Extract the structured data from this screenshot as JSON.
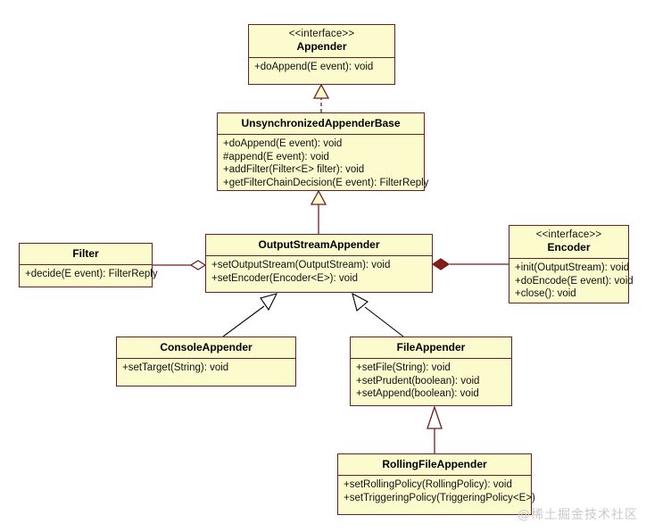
{
  "diagram": {
    "title": "Logback Appender class hierarchy",
    "fill_color": "#fbfbce",
    "border_color": "#6d1f1f",
    "line_color": "#6d1f1f",
    "inherit_line_color": "#000000",
    "background": "#ffffff",
    "watermark": "@稀土掘金技术社区"
  },
  "classes": {
    "appender": {
      "stereotype": "<<interface>>",
      "name": "Appender",
      "operations": [
        "+doAppend(E event): void"
      ]
    },
    "unsynchronized_appender_base": {
      "stereotype": "",
      "name": "UnsynchronizedAppenderBase",
      "operations": [
        "+doAppend(E event): void",
        "#append(E event): void",
        "+addFilter(Filter<E> filter): void",
        "+getFilterChainDecision(E event): FilterReply"
      ]
    },
    "filter": {
      "stereotype": "",
      "name": "Filter",
      "operations": [
        "+decide(E event): FilterReply"
      ]
    },
    "output_stream_appender": {
      "stereotype": "",
      "name": "OutputStreamAppender",
      "operations": [
        "+setOutputStream(OutputStream): void",
        "+setEncoder(Encoder<E>): void"
      ]
    },
    "encoder": {
      "stereotype": "<<interface>>",
      "name": "Encoder",
      "operations": [
        "+init(OutputStream): void",
        "+doEncode(E event): void",
        "+close(): void"
      ]
    },
    "console_appender": {
      "stereotype": "",
      "name": "ConsoleAppender",
      "operations": [
        "+setTarget(String): void"
      ]
    },
    "file_appender": {
      "stereotype": "",
      "name": "FileAppender",
      "operations": [
        "+setFile(String): void",
        "+setPrudent(boolean): void",
        "+setAppend(boolean): void"
      ]
    },
    "rolling_file_appender": {
      "stereotype": "",
      "name": "RollingFileAppender",
      "operations": [
        "+setRollingPolicy(RollingPolicy): void",
        "+setTriggeringPolicy(TriggeringPolicy<E>)"
      ]
    }
  },
  "relations": [
    {
      "id": "realization-unsyncbase-appender",
      "type": "realization",
      "from": "UnsynchronizedAppenderBase",
      "to": "Appender",
      "style": "dashed",
      "head": "hollow-triangle"
    },
    {
      "id": "generalization-outputstream-unsyncbase",
      "type": "generalization",
      "from": "OutputStreamAppender",
      "to": "UnsynchronizedAppenderBase",
      "style": "solid",
      "head": "hollow-triangle"
    },
    {
      "id": "aggregation-outputstream-filter",
      "type": "aggregation",
      "from": "OutputStreamAppender",
      "to": "Filter",
      "style": "solid",
      "head": "hollow-diamond"
    },
    {
      "id": "composition-outputstream-encoder",
      "type": "composition",
      "from": "OutputStreamAppender",
      "to": "Encoder",
      "style": "solid",
      "head": "filled-diamond"
    },
    {
      "id": "generalization-console-outputstream",
      "type": "generalization",
      "from": "ConsoleAppender",
      "to": "OutputStreamAppender",
      "style": "solid",
      "head": "hollow-triangle"
    },
    {
      "id": "generalization-file-outputstream",
      "type": "generalization",
      "from": "FileAppender",
      "to": "OutputStreamAppender",
      "style": "solid",
      "head": "hollow-triangle"
    },
    {
      "id": "generalization-rolling-file",
      "type": "generalization",
      "from": "RollingFileAppender",
      "to": "FileAppender",
      "style": "solid",
      "head": "hollow-triangle"
    }
  ]
}
